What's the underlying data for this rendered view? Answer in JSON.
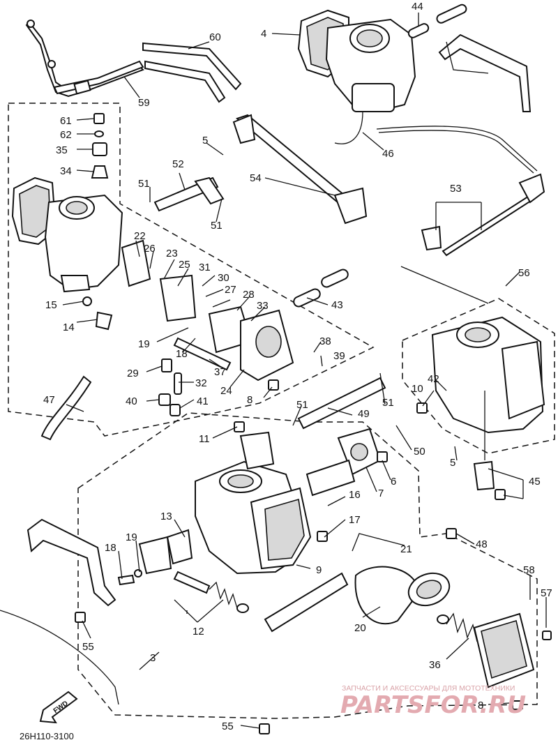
{
  "diagram": {
    "drawing_code": "26H110-3100",
    "fwd_label": "FWD",
    "watermark": {
      "line1": "ЗАПЧАСТИ И АКСЕССУАРЫ ДЛЯ МОТОТЕХНИКИ",
      "line2": "PARTSFOR.RU"
    }
  },
  "callouts": [
    {
      "id": "c61",
      "label": "61"
    },
    {
      "id": "c62",
      "label": "62"
    },
    {
      "id": "c35",
      "label": "35"
    },
    {
      "id": "c34",
      "label": "34"
    },
    {
      "id": "c60",
      "label": "60"
    },
    {
      "id": "c59",
      "label": "59"
    },
    {
      "id": "c4",
      "label": "4"
    },
    {
      "id": "c44",
      "label": "44"
    },
    {
      "id": "c46",
      "label": "46"
    },
    {
      "id": "c5a",
      "label": "5"
    },
    {
      "id": "c52",
      "label": "52"
    },
    {
      "id": "c51a",
      "label": "51"
    },
    {
      "id": "c51b",
      "label": "51"
    },
    {
      "id": "c54",
      "label": "54"
    },
    {
      "id": "c53",
      "label": "53"
    },
    {
      "id": "c56",
      "label": "56"
    },
    {
      "id": "c22",
      "label": "22"
    },
    {
      "id": "c26",
      "label": "26"
    },
    {
      "id": "c23",
      "label": "23"
    },
    {
      "id": "c25",
      "label": "25"
    },
    {
      "id": "c31",
      "label": "31"
    },
    {
      "id": "c30",
      "label": "30"
    },
    {
      "id": "c27",
      "label": "27"
    },
    {
      "id": "c28",
      "label": "28"
    },
    {
      "id": "c33",
      "label": "33"
    },
    {
      "id": "c43",
      "label": "43"
    },
    {
      "id": "c15",
      "label": "15"
    },
    {
      "id": "c14",
      "label": "14"
    },
    {
      "id": "c19a",
      "label": "19"
    },
    {
      "id": "c18a",
      "label": "18"
    },
    {
      "id": "c37",
      "label": "37"
    },
    {
      "id": "c38",
      "label": "38"
    },
    {
      "id": "c39",
      "label": "39"
    },
    {
      "id": "c29",
      "label": "29"
    },
    {
      "id": "c32",
      "label": "32"
    },
    {
      "id": "c24",
      "label": "24"
    },
    {
      "id": "c8a",
      "label": "8"
    },
    {
      "id": "c40",
      "label": "40"
    },
    {
      "id": "c41",
      "label": "41"
    },
    {
      "id": "c47",
      "label": "47"
    },
    {
      "id": "c51c",
      "label": "51"
    },
    {
      "id": "c49",
      "label": "49"
    },
    {
      "id": "c51d",
      "label": "51"
    },
    {
      "id": "c10",
      "label": "10"
    },
    {
      "id": "c42",
      "label": "42"
    },
    {
      "id": "c11",
      "label": "11"
    },
    {
      "id": "c50",
      "label": "50"
    },
    {
      "id": "c5b",
      "label": "5"
    },
    {
      "id": "c6",
      "label": "6"
    },
    {
      "id": "c7",
      "label": "7"
    },
    {
      "id": "c45",
      "label": "45"
    },
    {
      "id": "c16",
      "label": "16"
    },
    {
      "id": "c13",
      "label": "13"
    },
    {
      "id": "c17",
      "label": "17"
    },
    {
      "id": "c48",
      "label": "48"
    },
    {
      "id": "c18b",
      "label": "18"
    },
    {
      "id": "c19b",
      "label": "19"
    },
    {
      "id": "c21",
      "label": "21"
    },
    {
      "id": "c9",
      "label": "9"
    },
    {
      "id": "c58",
      "label": "58"
    },
    {
      "id": "c57",
      "label": "57"
    },
    {
      "id": "c12",
      "label": "12"
    },
    {
      "id": "c20",
      "label": "20"
    },
    {
      "id": "c55a",
      "label": "55"
    },
    {
      "id": "c3",
      "label": "3"
    },
    {
      "id": "c36",
      "label": "36"
    },
    {
      "id": "c8b",
      "label": "8"
    },
    {
      "id": "c55b",
      "label": "55"
    }
  ]
}
